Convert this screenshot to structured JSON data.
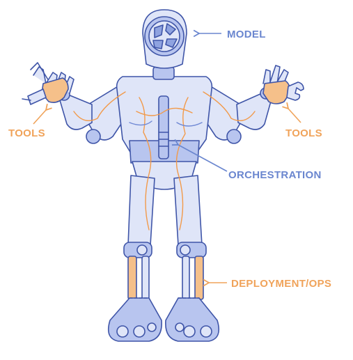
{
  "labels": {
    "model": "MODEL",
    "tools_left": "TOOLS",
    "tools_right": "TOOLS",
    "orchestration": "ORCHESTRATION",
    "deployment": "DEPLOYMENT/OPS"
  },
  "colors": {
    "blue_label": "#6a86cf",
    "orange_label": "#f0a35a",
    "outline": "#3f55a8",
    "body_light": "#dfe5f8",
    "body_mid": "#b8c5ef",
    "body_dark": "#8fa3e0",
    "wire_orange": "#f29a4a",
    "wire_blue": "#6f88d4"
  }
}
